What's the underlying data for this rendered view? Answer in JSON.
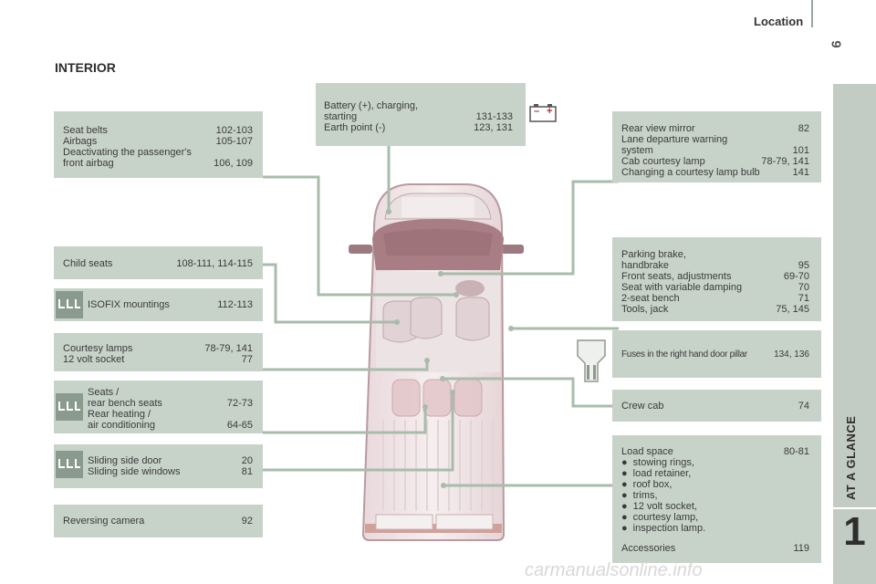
{
  "header": {
    "section": "Location",
    "page_number": "9",
    "title": "INTERIOR"
  },
  "sidebar": {
    "chapter_label": "AT A GLANCE",
    "chapter_number": "1"
  },
  "boxes": {
    "seat_belts": {
      "rows": [
        {
          "label": "Seat belts",
          "value": "102-103"
        },
        {
          "label": "Airbags",
          "value": "105-107"
        },
        {
          "label": "Deactivating the passenger's",
          "value": ""
        },
        {
          "label": "front airbag",
          "value": "106, 109"
        }
      ]
    },
    "child_seats": {
      "rows": [
        {
          "label": "Child seats",
          "value": "108-111, 114-115"
        }
      ]
    },
    "isofix": {
      "rows": [
        {
          "label": "ISOFIX mountings",
          "value": "112-113"
        }
      ]
    },
    "courtesy_lamps": {
      "rows": [
        {
          "label": "Courtesy lamps",
          "value": "78-79, 141"
        },
        {
          "label": "12 volt socket",
          "value": "77"
        }
      ]
    },
    "seats": {
      "rows": [
        {
          "label": "Seats /",
          "value": ""
        },
        {
          "label": "rear bench seats",
          "value": "72-73"
        },
        {
          "label": "Rear heating /",
          "value": ""
        },
        {
          "label": "air conditioning",
          "value": "64-65"
        }
      ]
    },
    "sliding": {
      "rows": [
        {
          "label": "Sliding side door",
          "value": "20"
        },
        {
          "label": "Sliding side windows",
          "value": "81"
        }
      ]
    },
    "reversing": {
      "rows": [
        {
          "label": "Reversing camera",
          "value": "92"
        }
      ]
    },
    "battery": {
      "rows": [
        {
          "label": "Battery (+), charging,",
          "value": ""
        },
        {
          "label": "starting",
          "value": "131-133"
        },
        {
          "label": "Earth point (-)",
          "value": "123, 131"
        }
      ]
    },
    "rear_view": {
      "rows": [
        {
          "label": "Rear view mirror",
          "value": "82"
        },
        {
          "label": "Lane departure warning",
          "value": ""
        },
        {
          "label": "system",
          "value": "101"
        },
        {
          "label": "Cab courtesy lamp",
          "value": "78-79, 141"
        },
        {
          "label": "Changing a courtesy lamp bulb",
          "value": "141"
        }
      ]
    },
    "parking": {
      "rows": [
        {
          "label": "Parking brake,",
          "value": ""
        },
        {
          "label": "handbrake",
          "value": "95"
        },
        {
          "label": "Front seats, adjustments",
          "value": "69-70"
        },
        {
          "label": "Seat with variable damping",
          "value": "70"
        },
        {
          "label": "2-seat bench",
          "value": "71"
        },
        {
          "label": "Tools, jack",
          "value": "75, 145"
        }
      ]
    },
    "fuses": {
      "rows": [
        {
          "label": "Fuses in the right hand door pillar",
          "value": "134, 136"
        }
      ]
    },
    "crew_cab": {
      "rows": [
        {
          "label": "Crew cab",
          "value": "74"
        }
      ]
    },
    "load_space": {
      "heading": {
        "label": "Load space",
        "value": "80-81"
      },
      "bullet": "●",
      "items": [
        "stowing rings,",
        "load retainer,",
        "roof box,",
        "trims,",
        "12 volt socket,",
        "courtesy lamp,",
        "inspection lamp."
      ],
      "footer": {
        "label": "Accessories",
        "value": "119"
      }
    }
  },
  "battery_icon": {
    "minus": "–",
    "plus": "+"
  },
  "watermark": "carmanualsonline.info",
  "colors": {
    "box": "#c7d3c9",
    "line": "#a9bcab",
    "sidebar": "#c3ccc4",
    "icon": "#8a9a8c"
  }
}
